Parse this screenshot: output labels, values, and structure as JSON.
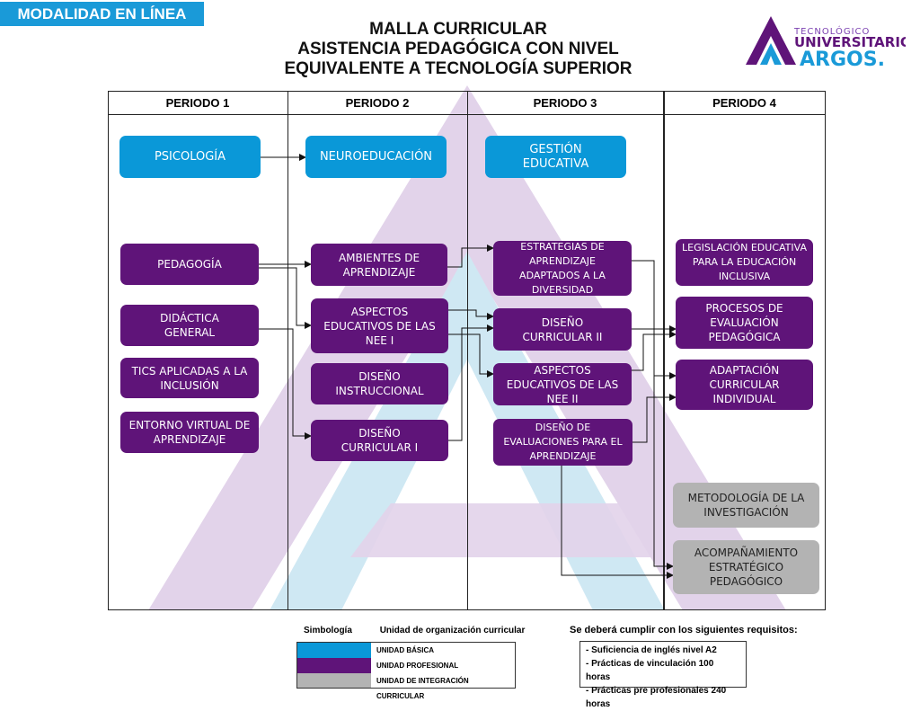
{
  "badge": "MODALIDAD EN LÍNEA",
  "title": [
    "MALLA CURRICULAR",
    "ASISTENCIA PEDAGÓGICA CON NIVEL",
    "EQUIVALENTE A TECNOLOGÍA SUPERIOR"
  ],
  "logo": {
    "line1": "TECNOLÓGICO",
    "line2": "UNIVERSITARIO",
    "line3": "ARGOS."
  },
  "colors": {
    "basica": "#0a98d8",
    "profesional": "#5f1479",
    "integracion": "#b3b3b3"
  },
  "periods": [
    "PERIODO 1",
    "PERIODO 2",
    "PERIODO 3",
    "PERIODO 4"
  ],
  "subjects": {
    "psicologia": "PSICOLOGÍA",
    "pedagogia": "PEDAGOGÍA",
    "didactica": "DIDÁCTICA GENERAL",
    "tics": "TICS APLICADAS A LA INCLUSIÓN",
    "entorno": "ENTORNO VIRTUAL DE APRENDIZAJE",
    "neuro": "NEUROEDUCACIÓN",
    "ambientes": "AMBIENTES DE APRENDIZAJE",
    "nee1": "ASPECTOS EDUCATIVOS DE LAS NEE I",
    "instruccional": "DISEÑO INSTRUCCIONAL",
    "dc1": "DISEÑO CURRICULAR I",
    "gestion": "GESTIÓN EDUCATIVA",
    "estrategias": "ESTRATEGIAS DE APRENDIZAJE ADAPTADOS A LA DIVERSIDAD",
    "dc2": "DISEÑO CURRICULAR II",
    "nee2": "ASPECTOS EDUCATIVOS DE LAS NEE II",
    "evaluaciones": "DISEÑO DE EVALUACIONES PARA EL APRENDIZAJE",
    "legislacion": "LEGISLACIÓN EDUCATIVA PARA LA EDUCACIÓN INCLUSIVA",
    "procesos": "PROCESOS DE EVALUACIÓN PEDAGÓGICA",
    "adaptacion": "ADAPTACIÓN CURRICULAR INDIVIDUAL",
    "metodologia": "METODOLOGÍA DE LA INVESTIGACIÓN",
    "acompanamiento": "ACOMPAÑAMIENTO ESTRATÉGICO PEDAGÓGICO"
  },
  "legend": {
    "simbologia": "Simbología",
    "unidad": "Unidad de organización  curricular",
    "items": [
      "UNIDAD BÁSICA",
      "UNIDAD PROFESIONAL",
      "UNIDAD DE INTEGRACIÓN CURRICULAR"
    ]
  },
  "requirements": {
    "heading": "Se deberá cumplir con los siguientes requisitos:",
    "items": [
      "- Suficiencia de inglés nivel A2",
      "- Prácticas de vinculación 100 horas",
      "- Prácticas pre profesionales 240 horas"
    ]
  }
}
